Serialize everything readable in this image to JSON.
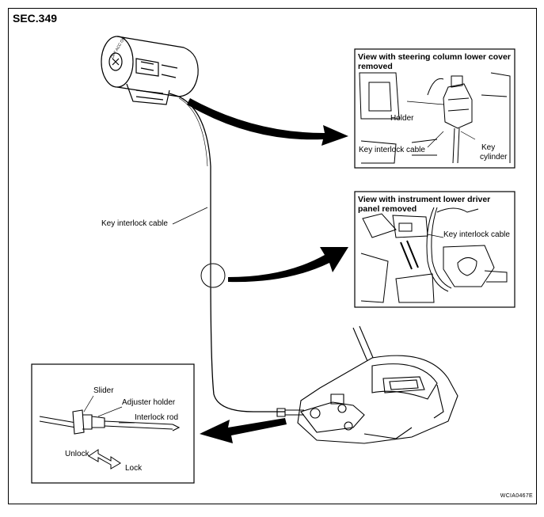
{
  "section": "SEC.349",
  "figure_code": "WCIA0467E",
  "main": {
    "cable_label": "Key interlock cable"
  },
  "inset_steering": {
    "title_line1": "View with steering column lower cover",
    "title_line2": "removed",
    "holder": "Holder",
    "cable": "Key interlock cable",
    "cylinder_line1": "Key",
    "cylinder_line2": "cylinder"
  },
  "inset_panel": {
    "title_line1": "View with instrument lower driver",
    "title_line2": "panel removed",
    "cable": "Key interlock cable"
  },
  "inset_detail": {
    "slider": "Slider",
    "adjuster_holder": "Adjuster holder",
    "interlock_rod": "Interlock rod",
    "unlock": "Unlock",
    "lock": "Lock"
  }
}
